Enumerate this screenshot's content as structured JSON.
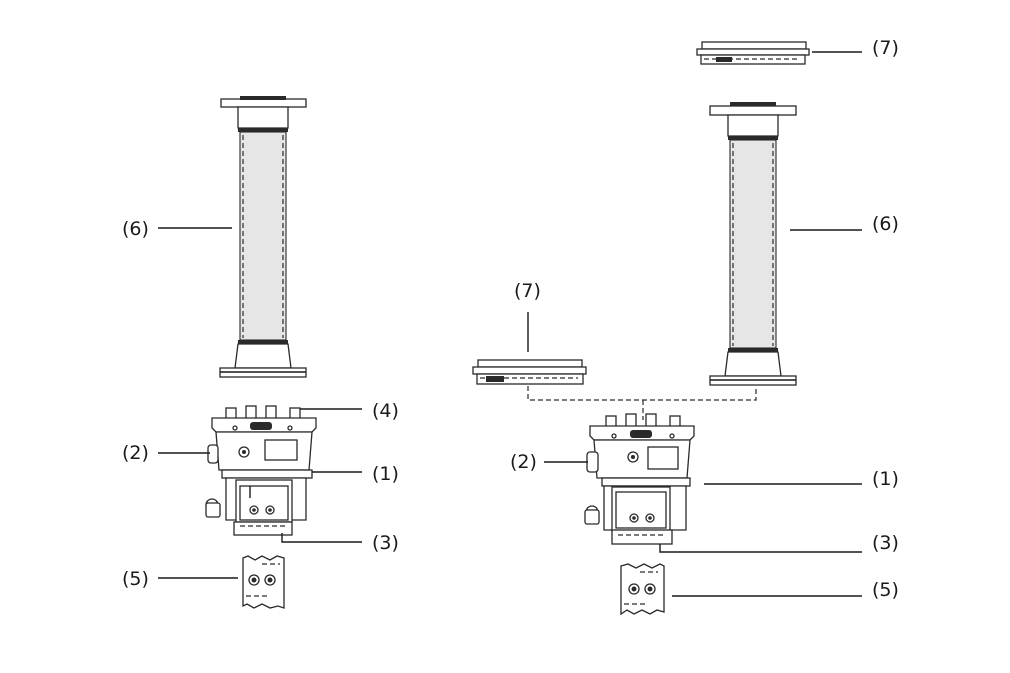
{
  "labels": {
    "left": {
      "p6": "(6)",
      "p4": "(4)",
      "p2": "(2)",
      "p1": "(1)",
      "p3": "(3)",
      "p5": "(5)"
    },
    "right": {
      "p7_top": "(7)",
      "p6": "(6)",
      "p7_mid": "(7)",
      "p2": "(2)",
      "p1": "(1)",
      "p3": "(3)",
      "p5": "(5)"
    }
  }
}
